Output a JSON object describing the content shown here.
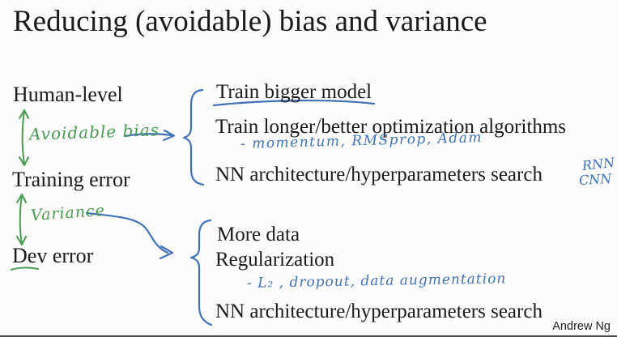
{
  "colors": {
    "ink": "#1b1b1b",
    "green": "#4a9b52",
    "blue": "#4173b8",
    "background": "#fcfcfc",
    "credit_ink": "#1f1f1f"
  },
  "slide": {
    "title": "Reducing (avoidable) bias and variance",
    "credit": "Andrew Ng"
  },
  "error_ladder": {
    "human_level": "Human-level",
    "avoidable_bias": "Avoidable bias",
    "training_error": "Training error",
    "variance": "Variance",
    "dev_error": "Dev error"
  },
  "bias_remedies": {
    "train_bigger_model": "Train bigger model",
    "train_longer": "Train longer/better optimization algorithms",
    "optimizers_note": "- momentum, RMSprop, Adam",
    "nn_search": "NN architecture/hyperparameters search",
    "rnn_note": "RNN",
    "cnn_note": "CNN"
  },
  "variance_remedies": {
    "more_data": "More data",
    "regularization": "Regularization",
    "regularization_note": "- L₂ , dropout, data augmentation",
    "nn_search": "NN architecture/hyperparameters search"
  },
  "icons": {
    "avoidable_bias_arrow": "double-headed-vertical-arrow",
    "variance_arrow": "double-headed-vertical-arrow",
    "bias_pointer": "right-arrow",
    "variance_pointer": "curved-right-arrow",
    "bias_brace": "left-curly-brace",
    "variance_brace": "left-curly-brace",
    "dev_underline": "green-underline",
    "train_bigger_underline": "blue-underline"
  }
}
